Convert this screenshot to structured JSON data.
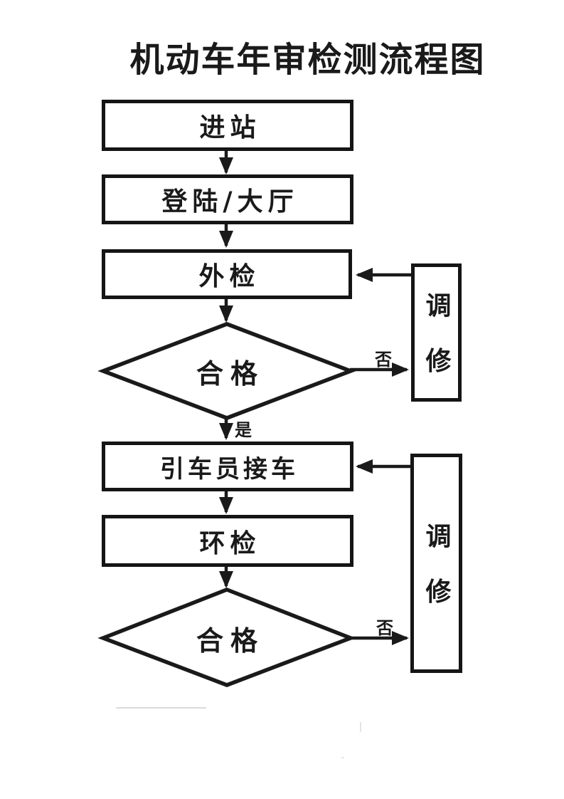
{
  "title": "机动车年审检测流程图",
  "nodes": {
    "enter_station": {
      "label": "进站"
    },
    "login_hall": {
      "label": "登陆/大厅"
    },
    "external_check": {
      "label": "外检"
    },
    "qualified_1": {
      "label": "合格"
    },
    "driver_receive": {
      "label": "引车员接车"
    },
    "env_check": {
      "label": "环检"
    },
    "qualified_2": {
      "label": "合格"
    },
    "repair_1": {
      "label": "调修"
    },
    "repair_2": {
      "label": "调修"
    }
  },
  "edge_labels": {
    "yes_1": "是",
    "no_1": "否",
    "no_2": "否"
  },
  "colors": {
    "line": "#1a1a1a",
    "background": "#ffffff"
  }
}
